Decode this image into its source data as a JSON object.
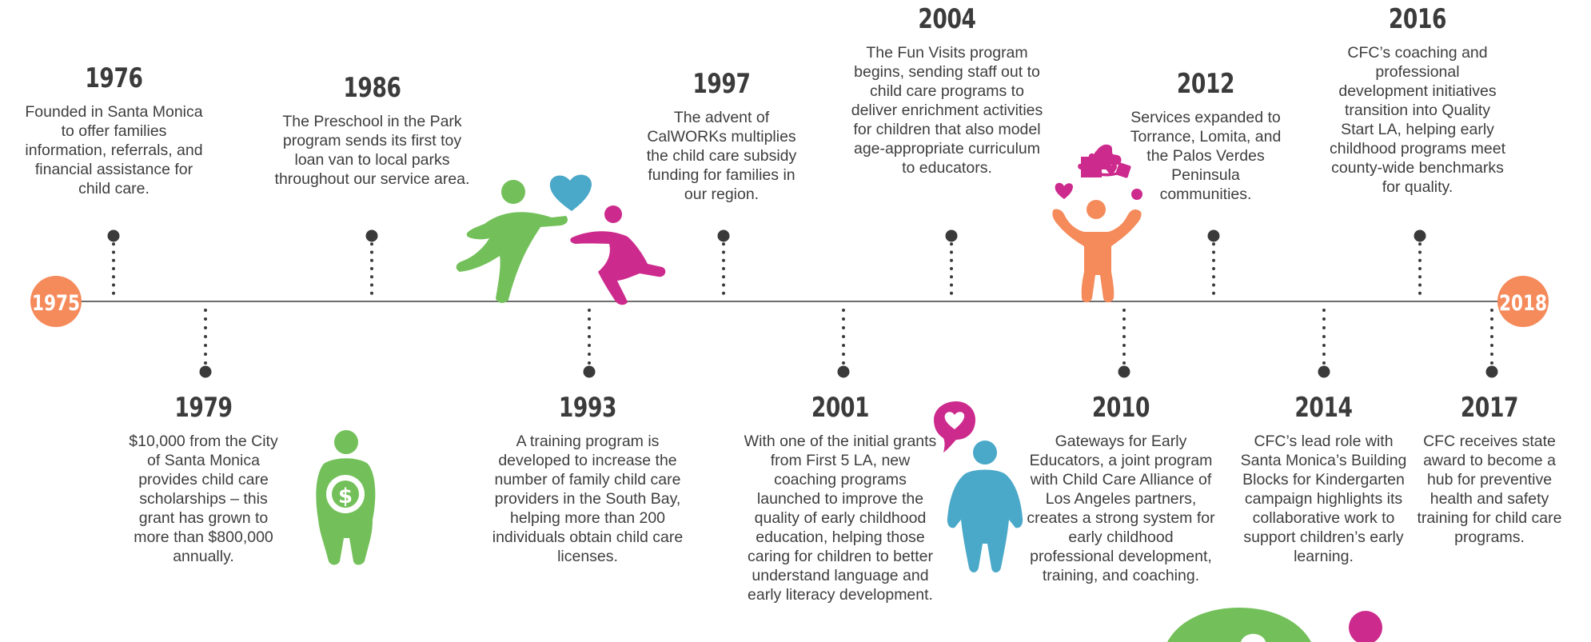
{
  "timeline": {
    "start_label": "1975",
    "end_label": "2018",
    "colors": {
      "accent_orange": "#f58a5b",
      "line": "#6d6d6d",
      "dot": "#3a3a3a",
      "green": "#73c05a",
      "blue": "#4aa8c8",
      "magenta": "#cc2a8c"
    },
    "events": [
      {
        "year": "1976",
        "text": "Founded in Santa Monica to offer families information, referrals, and financial assistance for child care."
      },
      {
        "year": "1979",
        "text": "$10,000 from the City of Santa Monica provides child care scholarships – this grant has grown to more than $800,000 annually."
      },
      {
        "year": "1986",
        "text": "The Preschool in the Park program sends its first toy loan van to local parks throughout our service area."
      },
      {
        "year": "1993",
        "text": "A training program is developed to increase the number of family child care providers in the South Bay, helping more than 200 individuals obtain child care licenses."
      },
      {
        "year": "1997",
        "text": "The advent of CalWORKs multiplies the child care subsidy funding for families in our region."
      },
      {
        "year": "2001",
        "text": "With one of the initial grants from First 5 LA, new coaching programs launched to improve the quality of early childhood education, helping those caring for children to better understand language and early literacy development."
      },
      {
        "year": "2004",
        "text": "The Fun Visits program begins, sending staff out to child care programs to deliver enrichment activities for children that also model age-appropriate curriculum to educators."
      },
      {
        "year": "2010",
        "text": "Gateways for Early Educators, a joint program with Child Care Alliance of Los Angeles partners, creates a strong system for early childhood professional development, training, and coaching."
      },
      {
        "year": "2012",
        "text": "Services expanded to Torrance, Lomita, and the Palos Verdes Peninsula communities."
      },
      {
        "year": "2014",
        "text": "CFC’s lead role with Santa Monica’s Building Blocks for Kindergarten campaign highlights its collaborative work to support children’s early learning."
      },
      {
        "year": "2016",
        "text": "CFC’s coaching and professional development initiatives transition into Quality Start LA, helping early childhood programs meet county-wide benchmarks for quality."
      },
      {
        "year": "2017",
        "text": "CFC receives state award to become a hub for preventive health and safety training for child care programs."
      }
    ]
  },
  "illustrations": {
    "money_icon_symbol": "$"
  }
}
